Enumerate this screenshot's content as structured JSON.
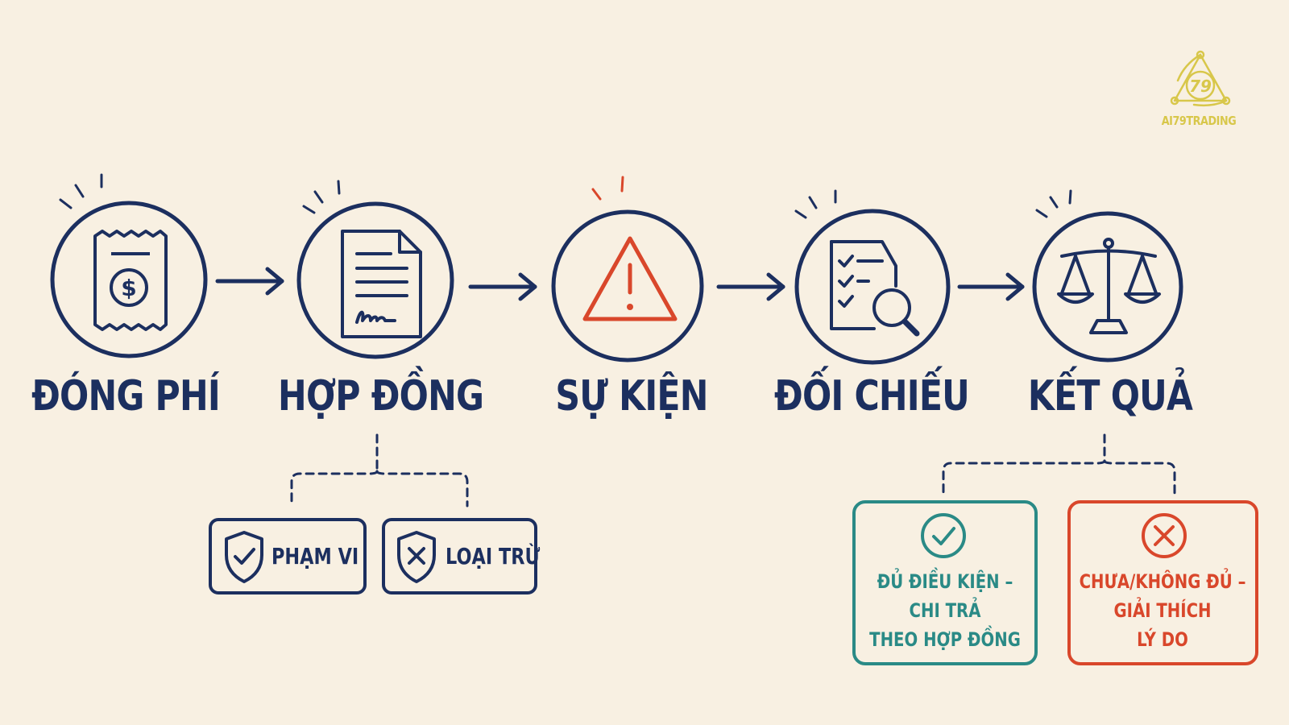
{
  "steps": [
    {
      "label": "ĐÓNG PHÍ",
      "icon": "receipt-dollar-icon"
    },
    {
      "label": "HỢP ĐỒNG",
      "icon": "contract-document-icon"
    },
    {
      "label": "SỰ KIỆN",
      "icon": "warning-triangle-icon"
    },
    {
      "label": "ĐỐI CHIẾU",
      "icon": "checklist-magnifier-icon"
    },
    {
      "label": "KẾT QUẢ",
      "icon": "balance-scale-icon"
    }
  ],
  "contract_branches": [
    {
      "label": "PHẠM VI",
      "icon": "shield-check-icon"
    },
    {
      "label": "LOẠI TRỪ",
      "icon": "shield-x-icon"
    }
  ],
  "results": {
    "approved": {
      "line1": "ĐỦ ĐIỀU KIỆN –",
      "line2": "CHI TRẢ",
      "line3": "THEO HỢP ĐỒNG",
      "icon": "check-circle-icon"
    },
    "rejected": {
      "line1": "CHƯA/KHÔNG ĐỦ –",
      "line2": "GIẢI THÍCH",
      "line3": "LÝ DO",
      "icon": "x-circle-icon"
    }
  },
  "logo": {
    "text": "AI79TRADING",
    "mark": "79"
  },
  "colors": {
    "background": "#f8f0e2",
    "navy": "#1c2f5f",
    "alert_red": "#d9472b",
    "teal": "#2a8a86",
    "red_box": "#d9472b",
    "logo_gold": "#d8c74a"
  }
}
